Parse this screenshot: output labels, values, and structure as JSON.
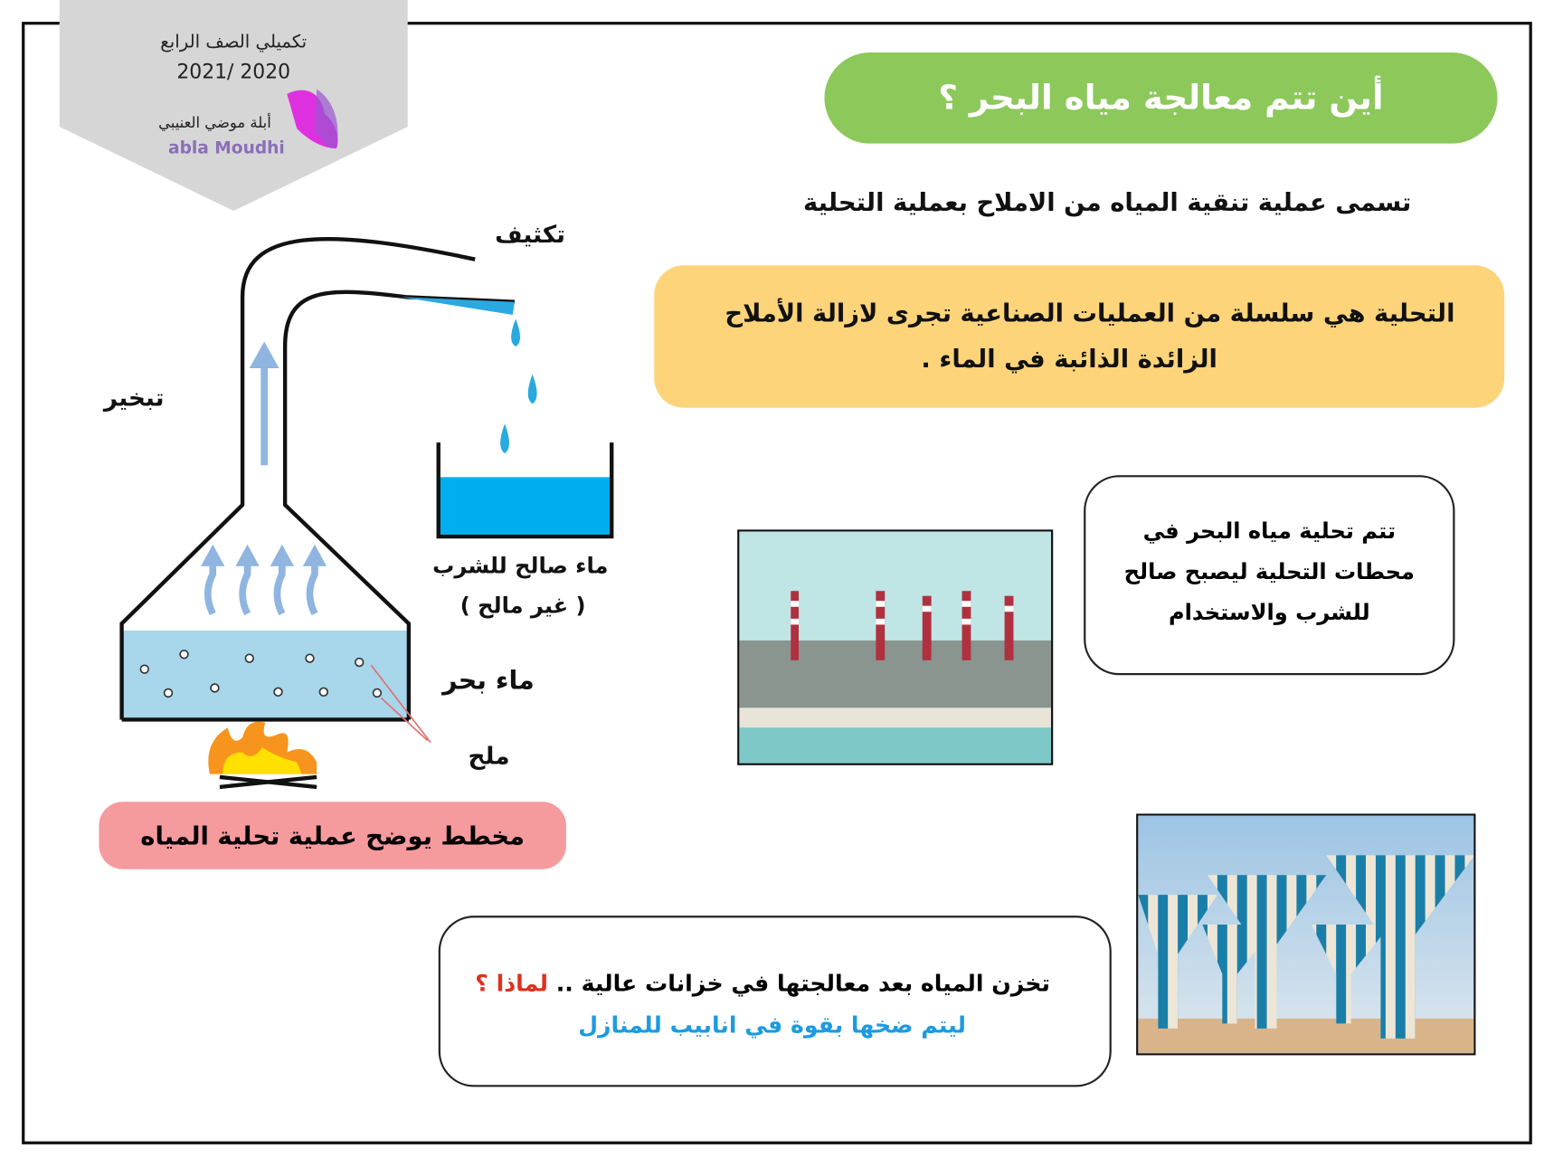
{
  "badge": {
    "grade": "تكميلي الصف الرابع",
    "year": "2021/ 2020",
    "logo_ar": "أبلة موضي العنيبي",
    "logo_en": "abla Moudhi"
  },
  "title": "أين تتم معالجة مياه البحر ؟",
  "subtitle": "تسمى عملية تنقية المياه من الاملاح بعملية التحلية",
  "definition": {
    "line1": "التحلية هي سلسلة من العمليات الصناعية تجرى لازالة الأملاح",
    "line2": "الزائدة الذائبة في الماء ."
  },
  "diagram": {
    "condensation": "تكثيف",
    "evaporation": "تبخير",
    "fresh_water": "ماء صالح للشرب",
    "not_salty": "( غير مالح )",
    "sea_water": "ماء بحر",
    "salt": "ملح",
    "caption": "مخطط يوضح عملية تحلية المياه"
  },
  "plants_box": {
    "line1": "تتم تحلية مياه البحر في",
    "line2": "محطات التحلية ليصبح صالح",
    "line3": "للشرب والاستخدام"
  },
  "storage": {
    "text": "تخزن المياه بعد معالجتها في خزانات عالية ..",
    "question": "لماذا ؟",
    "answer": "ليتم ضخها بقوة في انابيب للمنازل"
  },
  "colors": {
    "title_bg": "#8cc85a",
    "def_bg": "#fdd47a",
    "caption_bg": "#f59a9d",
    "question": "#e0301e",
    "answer": "#1c9be0"
  }
}
